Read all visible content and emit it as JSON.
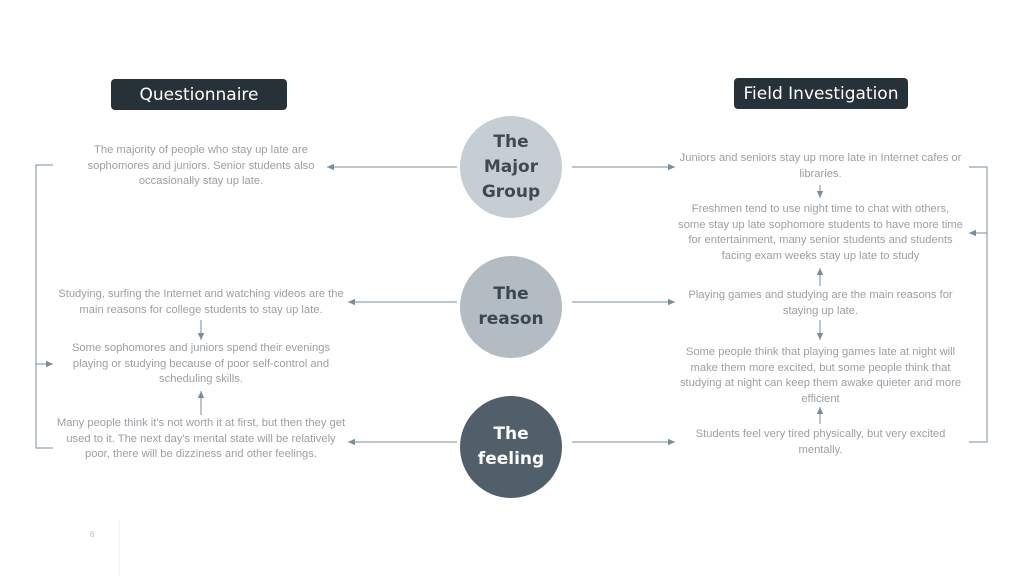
{
  "headers": {
    "left": "Questionnaire",
    "right": "Field Investigation"
  },
  "circles": {
    "major_group": "The\nMajor\nGroup",
    "reason": "The\nreason",
    "feeling": "The\nfeeling"
  },
  "left_texts": {
    "major_group": "The majority of people who stay up late are sophomores and juniors. Senior students also occasionally stay up late.",
    "reason": "Studying, surfing the Internet and watching videos are the main reasons for college students to stay up late.",
    "control": "Some sophomores and juniors spend their evenings playing or studying because of poor self-control and scheduling skills.",
    "feeling": "Many people think it's not worth it at first, but then they get used to it. The next day's mental state will be relatively poor, there will be dizziness and other feelings."
  },
  "right_texts": {
    "cafes": "Juniors and seniors stay up more late in Internet cafes or libraries.",
    "freshmen": "Freshmen tend to use night time to chat with others, some stay up late sophomore students to have more time for entertainment, many senior students and students facing exam weeks stay up late to study",
    "games": "Playing games and studying are the main reasons for staying up late.",
    "excited": "Some people think that playing games late at night will make them more excited, but some people think that studying at night can keep them awake quieter and more efficient",
    "tired": "Students feel very tired physically, but very excited mentally."
  },
  "page_number": "6",
  "colors": {
    "header_bg": "#263238",
    "circle_major": "#c7ced3",
    "circle_reason": "#b3bcc3",
    "circle_feeling": "#505f69",
    "line": "#7a8e9a",
    "text": "#9aa0a6"
  }
}
